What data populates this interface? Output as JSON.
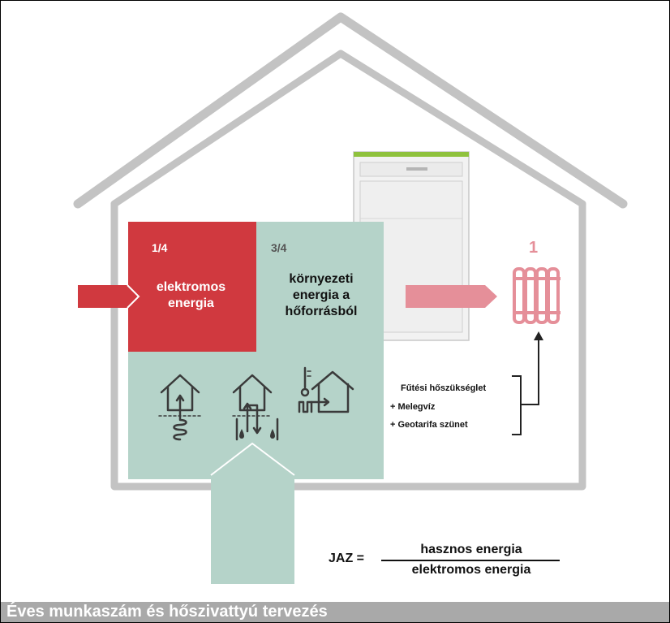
{
  "electric": {
    "fraction": "1/4",
    "line1": "elektromos",
    "line2": "energia"
  },
  "environment": {
    "fraction": "3/4",
    "line1": "környezeti",
    "line2": "energia a",
    "line3": "hőforrásból"
  },
  "output": {
    "value": "1"
  },
  "needs": [
    "Fűtési hőszükséglet",
    "+ Melegvíz",
    "+ Geotarifa szünet"
  ],
  "formula": {
    "lhs": "JAZ =",
    "numerator": "hasznos energia",
    "denominator": "elektromos energia"
  },
  "footer": {
    "title": "Éves munkaszám és hőszivattyú tervezés"
  },
  "colors": {
    "electric_red": "#d0393f",
    "environment_green": "#b5d3c9",
    "output_pink": "#e58f99",
    "house_gray": "#c3c3c3",
    "footer_gray": "#a9a9a9"
  }
}
